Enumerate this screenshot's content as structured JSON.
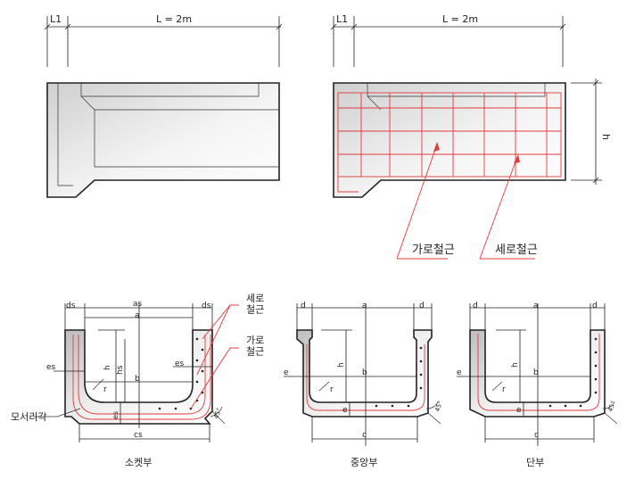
{
  "top": {
    "left_view": {
      "l1_label": "L1",
      "l_label": "L = 2m"
    },
    "right_view": {
      "l1_label": "L1",
      "l_label": "L = 2m",
      "h_label": "h",
      "rebar_labels": {
        "horizontal": "가로철근",
        "vertical": "세로철근"
      }
    }
  },
  "sections": {
    "socket": {
      "caption": "소켓부",
      "labels": {
        "ds_left": "ds",
        "as": "as",
        "ds_right": "ds",
        "a": "a",
        "h": "h",
        "hs": "hs",
        "es_left": "es",
        "es_right": "es",
        "b": "b",
        "r": "r",
        "es_bottom": "es",
        "cs": "cs",
        "angle": "45°"
      },
      "callouts": {
        "vertical": "세로\n철근",
        "horizontal": "가로\n철근",
        "corner": "모서리각"
      }
    },
    "middle": {
      "caption": "중앙부",
      "labels": {
        "d_left": "d",
        "a": "a",
        "d_right": "d",
        "h": "h",
        "e_left": "e",
        "b": "b",
        "r": "r",
        "e_bottom": "e",
        "c": "c",
        "angle": "45°"
      }
    },
    "end": {
      "caption": "단부",
      "labels": {
        "d_left": "d",
        "a": "a",
        "d_right": "d",
        "h": "h",
        "e_left": "e",
        "b": "b",
        "r": "r",
        "e_bottom": "e",
        "c": "c",
        "angle": "45°"
      }
    }
  },
  "colors": {
    "rebar": "#e23b3b",
    "concrete_light": "#f7f7f7",
    "concrete_dark": "#c9c9c9",
    "outline": "#222222"
  }
}
